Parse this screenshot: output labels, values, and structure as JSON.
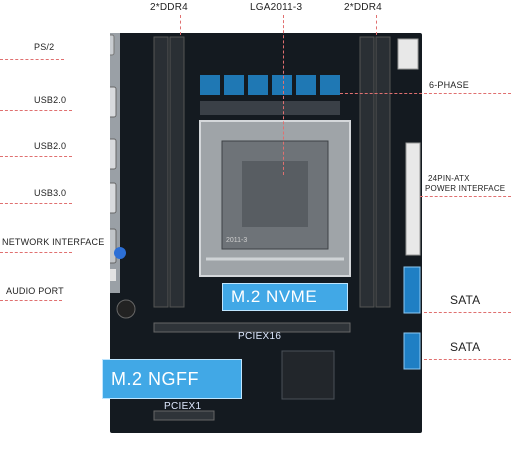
{
  "labels": {
    "ddr_left": "2*DDR4",
    "cpu_socket": "LGA2011-3",
    "ddr_right": "2*DDR4",
    "ps2": "PS/2",
    "phase": "6-PHASE",
    "usb20_a": "USB2.0",
    "usb20_b": "USB2.0",
    "atx_line1": "24PIN-ATX",
    "atx_line2": "POWER INTERFACE",
    "usb30": "USB3.0",
    "network": "NETWORK INTERFACE",
    "audio": "AUDIO PORT",
    "sata_a": "SATA",
    "sata_b": "SATA"
  },
  "board": {
    "m2_nvme": "M.2 NVME",
    "pciex16": "PCIEX16",
    "m2_ngff": "M.2 NGFF",
    "pciex1": "PCIEX1",
    "socket_mark": "2011-3"
  },
  "colors": {
    "board": "#141a20",
    "accent": "#41a8e6",
    "leader": "#e07070"
  }
}
